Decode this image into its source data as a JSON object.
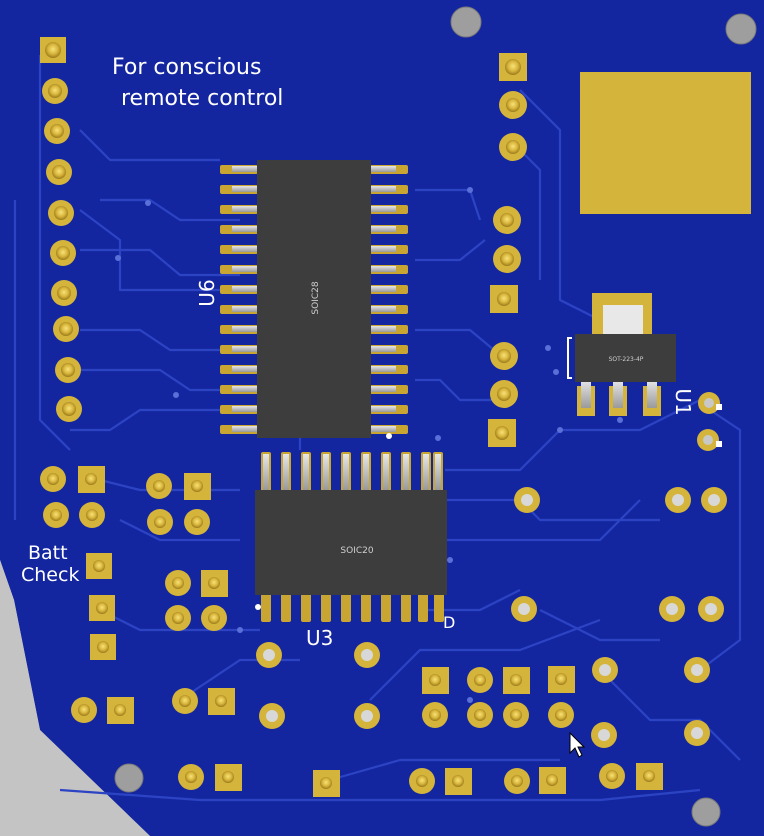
{
  "board": {
    "title_line1": "For conscious",
    "title_line2": "remote control",
    "batt_line1": "Batt",
    "batt_line2": "Check",
    "refs": {
      "u6": "U6",
      "u3": "U3",
      "u1": "U1",
      "d": "D"
    },
    "chips": {
      "u6_body": "SOIC28",
      "u3_body": "SOIC20",
      "u1_body": "SOT-223-4P"
    },
    "colors": {
      "background": "#bdbdbd",
      "board": "#1326a0",
      "trace": "#2c44c4",
      "pad_gold": "#d4b43a",
      "pad_hole": "#e9c94a",
      "chip": "#3d3d3d",
      "silkscreen": "#ffffff"
    }
  }
}
